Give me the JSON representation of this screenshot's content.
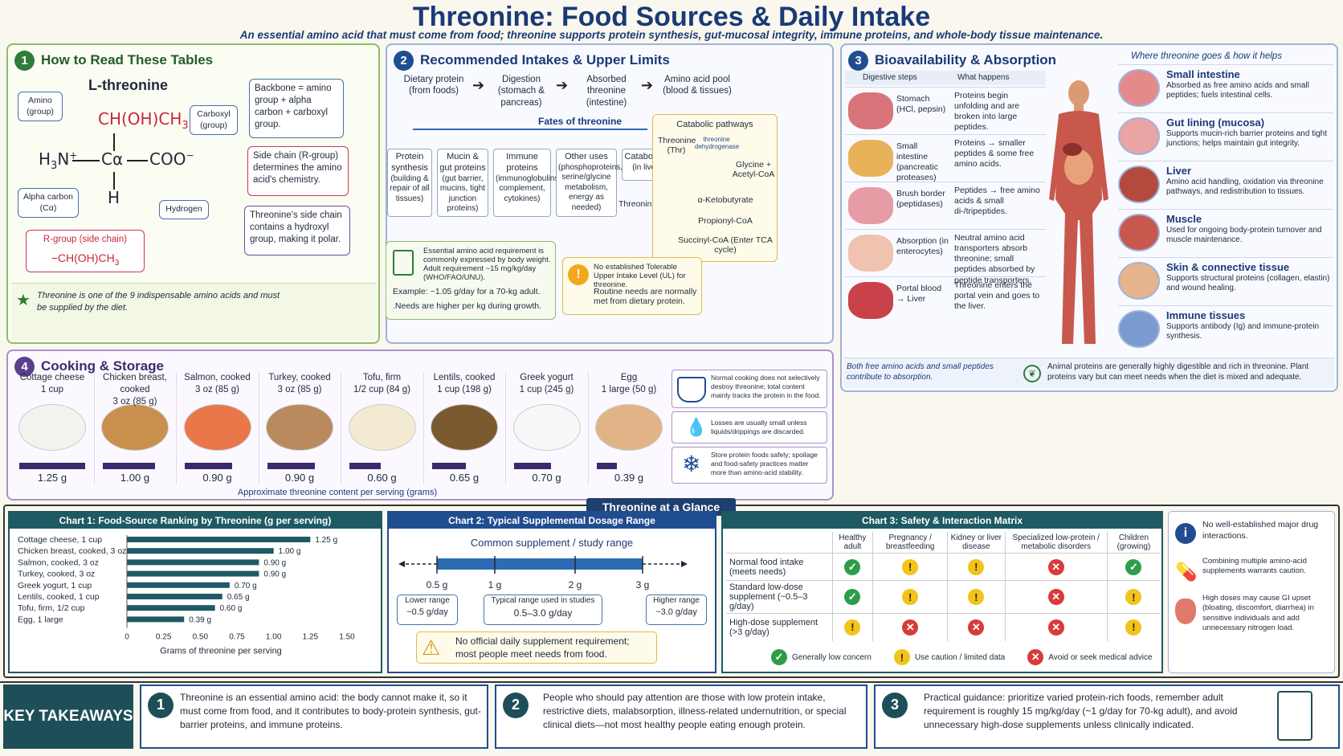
{
  "title": "Threonine: Food Sources & Daily Intake",
  "subtitle": "An essential amino acid that must come from food; threonine supports protein synthesis, gut-mucosal integrity, immune proteins, and whole-body tissue maintenance.",
  "panel1": {
    "num": "1",
    "title": "How to Read These Tables",
    "molecule_name": "L-threonine",
    "side_chain_formula": "CH(OH)CH",
    "side_chain_sub": "3",
    "amine": "H",
    "amine_sub": "3",
    "amine_end": "N",
    "amine_charge": "+",
    "alpha": "Cα",
    "carboxyl": "COO",
    "carboxyl_charge": "−",
    "hydrogen_atom": "H",
    "labels": {
      "amino": "Amino (group)",
      "carboxyl": "Carboxyl (group)",
      "alpha_carbon": "Alpha carbon (Cα)",
      "hydrogen": "Hydrogen"
    },
    "rgroup_title": "R-group (side chain)",
    "rgroup_formula": "−CH(OH)CH",
    "rgroup_sub": "3",
    "backbone": "Backbone = amino group + alpha carbon + carboxyl group.",
    "sidechain_note": "Side chain (R-group) determines the amino acid's chemistry.",
    "hydroxyl_note": "Threonine's side chain contains a hydroxyl group, making it polar.",
    "footnote": "Threonine is one of the 9 indispensable amino acids and must be supplied by the diet."
  },
  "panel2": {
    "num": "2",
    "title": "Recommended Intakes & Upper Limits",
    "flow": [
      "Dietary protein (from foods)",
      "Digestion (stomach & pancreas)",
      "Absorbed threonine (intestine)",
      "Amino acid pool (blood & tissues)"
    ],
    "fates_title": "Fates of threonine",
    "fates": [
      {
        "title": "Protein synthesis",
        "detail": "(building & repair of all tissues)"
      },
      {
        "title": "Mucin & gut proteins",
        "detail": "(gut barrier, mucins, tight junction proteins)"
      },
      {
        "title": "Immune proteins",
        "detail": "(immunoglobulins, complement, cytokines)"
      },
      {
        "title": "Other uses",
        "detail": "(phosphoproteins, serine/glycine metabolism, energy as needed)"
      },
      {
        "title": "Catabolism",
        "detail": "(in liver)"
      }
    ],
    "catabolic": {
      "title": "Catabolic pathways",
      "start": "Threonine (Thr)",
      "enzyme": "threonine dehydrogenase",
      "product1": "Glycine + Acetyl-CoA",
      "thr2": "Threonine (Thr)",
      "steps": [
        "α-Ketobutyrate",
        "Propionyl-CoA",
        "Succinyl-CoA (Enter TCA cycle)"
      ]
    },
    "requirement": {
      "line1": "Essential amino acid requirement is commonly expressed by body weight.",
      "line2": "Adult requirement ~15 mg/kg/day (WHO/FAO/UNU).",
      "line3": "Example: ~1.05 g/day for a 70-kg adult.",
      "line4": ".Needs are higher per kg during growth."
    },
    "ul": {
      "line1": "No established Tolerable Upper Intake Level (UL) for threonine.",
      "line2": "Routine needs are normally met from dietary protein."
    }
  },
  "panel3": {
    "num": "3",
    "title": "Bioavailability & Absorption",
    "where_title": "Where threonine goes & how it helps",
    "col_steps": "Digestive steps",
    "col_what": "What happens",
    "steps": [
      {
        "step": "Stomach (HCl, pepsin)",
        "what": "Proteins begin unfolding and are broken into large peptides.",
        "color": "#d9757a"
      },
      {
        "step": "Small intestine (pancreatic proteases)",
        "what": "Proteins → smaller peptides & some free amino acids.",
        "color": "#e8b25a"
      },
      {
        "step": "Brush border (peptidases)",
        "what": "Peptides → free amino acids & small di-/tripeptides.",
        "color": "#e79ba5"
      },
      {
        "step": "Absorption (in enterocytes)",
        "what": "Neutral amino acid transporters absorb threonine; small peptides absorbed by peptide transporters.",
        "color": "#f0c2b0"
      },
      {
        "step": "Portal blood → Liver",
        "what": "Threonine enters the portal vein and goes to the liver.",
        "color": "#c9424a"
      }
    ],
    "helps": [
      {
        "title": "Small intestine",
        "text": "Absorbed as free amino acids and small peptides; fuels intestinal cells.",
        "color": "#e58a8a"
      },
      {
        "title": "Gut lining (mucosa)",
        "text": "Supports mucin-rich barrier proteins and tight junctions; helps maintain gut integrity.",
        "color": "#e9a4a4"
      },
      {
        "title": "Liver",
        "text": "Amino acid handling, oxidation via threonine pathways, and redistribution to tissues.",
        "color": "#b34a3c"
      },
      {
        "title": "Muscle",
        "text": "Used for ongoing body-protein turnover and muscle maintenance.",
        "color": "#c8584c"
      },
      {
        "title": "Skin & connective tissue",
        "text": "Supports structural proteins (collagen, elastin) and wound healing.",
        "color": "#e6b48c"
      },
      {
        "title": "Immune tissues",
        "text": "Supports antibody (Ig) and immune-protein synthesis.",
        "color": "#7a9bd0"
      }
    ],
    "foot_left": "Both free amino acids and small peptides contribute to absorption.",
    "foot_right": "Animal proteins are generally highly digestible and rich in threonine. Plant proteins vary but can meet needs when the diet is mixed and adequate."
  },
  "panel4": {
    "num": "4",
    "title": "Cooking & Storage",
    "foods": [
      {
        "name": "Cottage cheese",
        "serving": "1 cup",
        "value": "1.25 g",
        "grams": 1.25,
        "color": "#f2f2ee"
      },
      {
        "name": "Chicken breast, cooked",
        "serving": "3 oz (85 g)",
        "value": "1.00 g",
        "grams": 1.0,
        "color": "#c98f4c"
      },
      {
        "name": "Salmon, cooked",
        "serving": "3 oz (85 g)",
        "value": "0.90 g",
        "grams": 0.9,
        "color": "#e9774a"
      },
      {
        "name": "Turkey, cooked",
        "serving": "3 oz (85 g)",
        "value": "0.90 g",
        "grams": 0.9,
        "color": "#b88a5e"
      },
      {
        "name": "Tofu, firm",
        "serving": "1/2 cup (84 g)",
        "value": "0.60 g",
        "grams": 0.6,
        "color": "#f3ead2"
      },
      {
        "name": "Lentils, cooked",
        "serving": "1 cup (198 g)",
        "value": "0.65 g",
        "grams": 0.65,
        "color": "#7a5a2e"
      },
      {
        "name": "Greek yogurt",
        "serving": "1 cup (245 g)",
        "value": "0.70 g",
        "grams": 0.7,
        "color": "#f7f7f7"
      },
      {
        "name": "Egg",
        "serving": "1 large (50 g)",
        "value": "0.39 g",
        "grams": 0.39,
        "color": "#e0b486"
      }
    ],
    "caption": "Approximate threonine content per serving (grams)",
    "notes": [
      "Normal cooking does not selectively destroy threonine; total content mainly tracks the protein in the food.",
      "Losses are usually small unless liquids/drippings are discarded.",
      "Store protein foods safely; spoilage and food-safety practices matter more than amino-acid stability."
    ]
  },
  "glance_title": "Threonine at a Glance",
  "chart_data": [
    {
      "type": "bar",
      "title": "Chart 1: Food-Source Ranking by Threonine (g per serving)",
      "categories": [
        "Cottage cheese, 1 cup",
        "Chicken breast, cooked, 3 oz",
        "Salmon, cooked, 3 oz",
        "Turkey, cooked, 3 oz",
        "Greek yogurt, 1 cup",
        "Lentils, cooked, 1 cup",
        "Tofu, firm, 1/2 cup",
        "Egg, 1 large"
      ],
      "values": [
        1.25,
        1.0,
        0.9,
        0.9,
        0.7,
        0.65,
        0.6,
        0.39
      ],
      "value_labels": [
        "1.25 g",
        "1.00 g",
        "0.90 g",
        "0.90 g",
        "0.70 g",
        "0.65 g",
        "0.60 g",
        "0.39 g"
      ],
      "xlabel": "Grams of threonine per serving",
      "xlim": [
        0,
        1.5
      ],
      "xticks": [
        "0",
        "0.25",
        "0.50",
        "0.75",
        "1.00",
        "1.25",
        "1.50"
      ],
      "orientation": "horizontal"
    },
    {
      "type": "range",
      "title": "Chart 2: Typical Supplemental Dosage Range",
      "range_label": "Common supplement / study range",
      "ticks": [
        "0.5 g",
        "1 g",
        "2 g",
        "3 g"
      ],
      "tick_values": [
        0.5,
        1,
        2,
        3
      ],
      "lower": {
        "label": "Lower range",
        "value": "~0.5 g/day"
      },
      "typical": {
        "label": "Typical range used in studies",
        "value": "0.5–3.0 g/day"
      },
      "higher": {
        "label": "Higher range",
        "value": "~3.0 g/day"
      },
      "note": "No official daily supplement requirement; most people meet needs from food."
    },
    {
      "type": "table",
      "title": "Chart 3: Safety & Interaction Matrix",
      "columns": [
        "Healthy adult",
        "Pregnancy / breastfeeding",
        "Kidney or liver disease",
        "Specialized low-protein / metabolic disorders",
        "Children (growing)"
      ],
      "rows": [
        {
          "label": "Normal food intake (meets needs)",
          "cells": [
            "ok",
            "warn",
            "warn",
            "no",
            "ok"
          ]
        },
        {
          "label": "Standard low-dose supplement (~0.5–3 g/day)",
          "cells": [
            "ok",
            "warn",
            "warn",
            "no",
            "warn"
          ]
        },
        {
          "label": "High-dose supplement (>3 g/day)",
          "cells": [
            "warn",
            "no",
            "no",
            "no",
            "warn"
          ]
        }
      ],
      "legend": [
        "Generally low concern",
        "Use caution / limited data",
        "Avoid or seek medical advice"
      ]
    }
  ],
  "side_notes": [
    "No well-established major drug interactions.",
    "Combining multiple amino-acid supplements warrants caution.",
    "High doses may cause GI upset (bloating, discomfort, diarrhea) in sensitive individuals and add unnecessary nitrogen load."
  ],
  "takeaways": {
    "label": "KEY TAKEAWAYS",
    "items": [
      {
        "num": "1",
        "text": "Threonine is an essential amino acid: the body cannot make it, so it must come from food, and it contributes to body-protein synthesis, gut-barrier proteins, and immune proteins."
      },
      {
        "num": "2",
        "text": "People who should pay attention are those with low protein intake, restrictive diets, malabsorption, illness-related undernutrition, or special clinical diets—not most healthy people eating enough protein."
      },
      {
        "num": "3",
        "text": "Practical guidance: prioritize varied protein-rich foods, remember adult requirement is roughly 15 mg/kg/day (~1 g/day for 70-kg adult), and avoid unnecessary high-dose supplements unless clinically indicated."
      }
    ]
  }
}
